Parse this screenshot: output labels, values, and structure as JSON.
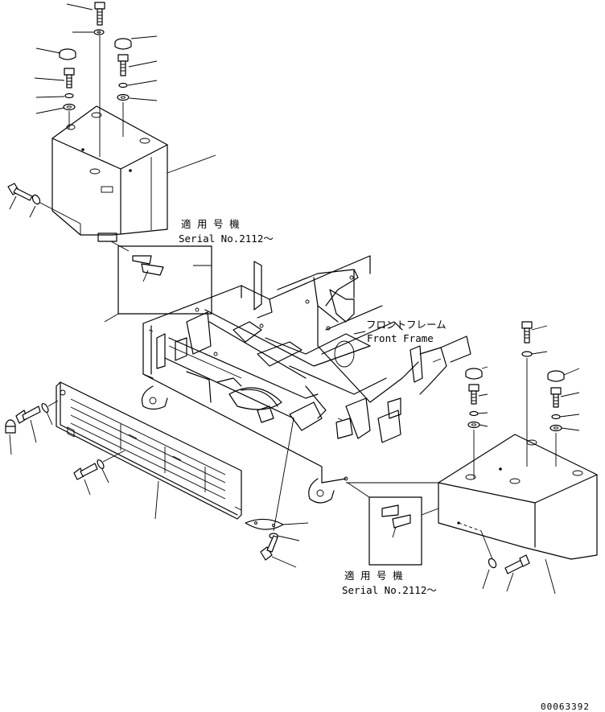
{
  "labels": {
    "serial_left_jp": "適 用 号 機",
    "serial_left_en": "Serial No.2112～",
    "frame_jp": "フロントフレーム",
    "frame_en": "Front Frame",
    "serial_right_jp": "適 用 号 機",
    "serial_right_en": "Serial No.2112～",
    "drawing_code": "00063392"
  }
}
